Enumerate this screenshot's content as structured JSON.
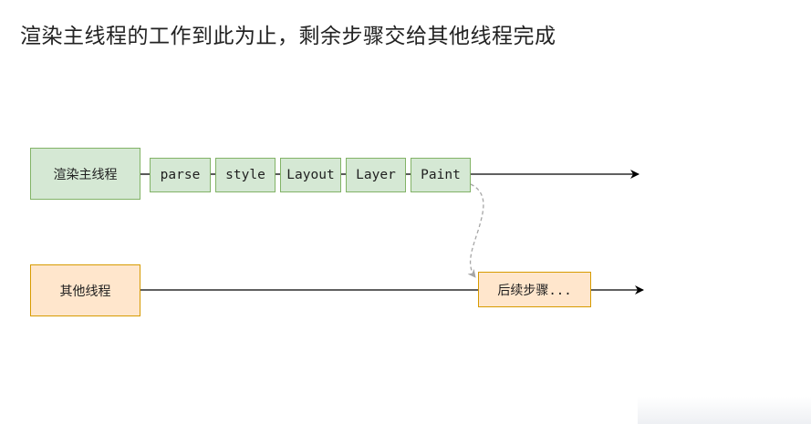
{
  "title": "渲染主线程的工作到此为止，剩余步骤交给其他线程完成",
  "main_thread": {
    "label": "渲染主线程",
    "steps": [
      "parse",
      "style",
      "Layout",
      "Layer",
      "Paint"
    ]
  },
  "other_thread": {
    "label": "其他线程",
    "follow_up_label": "后续步骤",
    "follow_up_ellipsis": "..."
  },
  "colors": {
    "green_fill": "#d5e8d4",
    "green_stroke": "#82b366",
    "orange_fill": "#ffe6cc",
    "orange_stroke": "#d79b00",
    "line": "#000000",
    "dashed_connector": "#a6a6a6"
  }
}
